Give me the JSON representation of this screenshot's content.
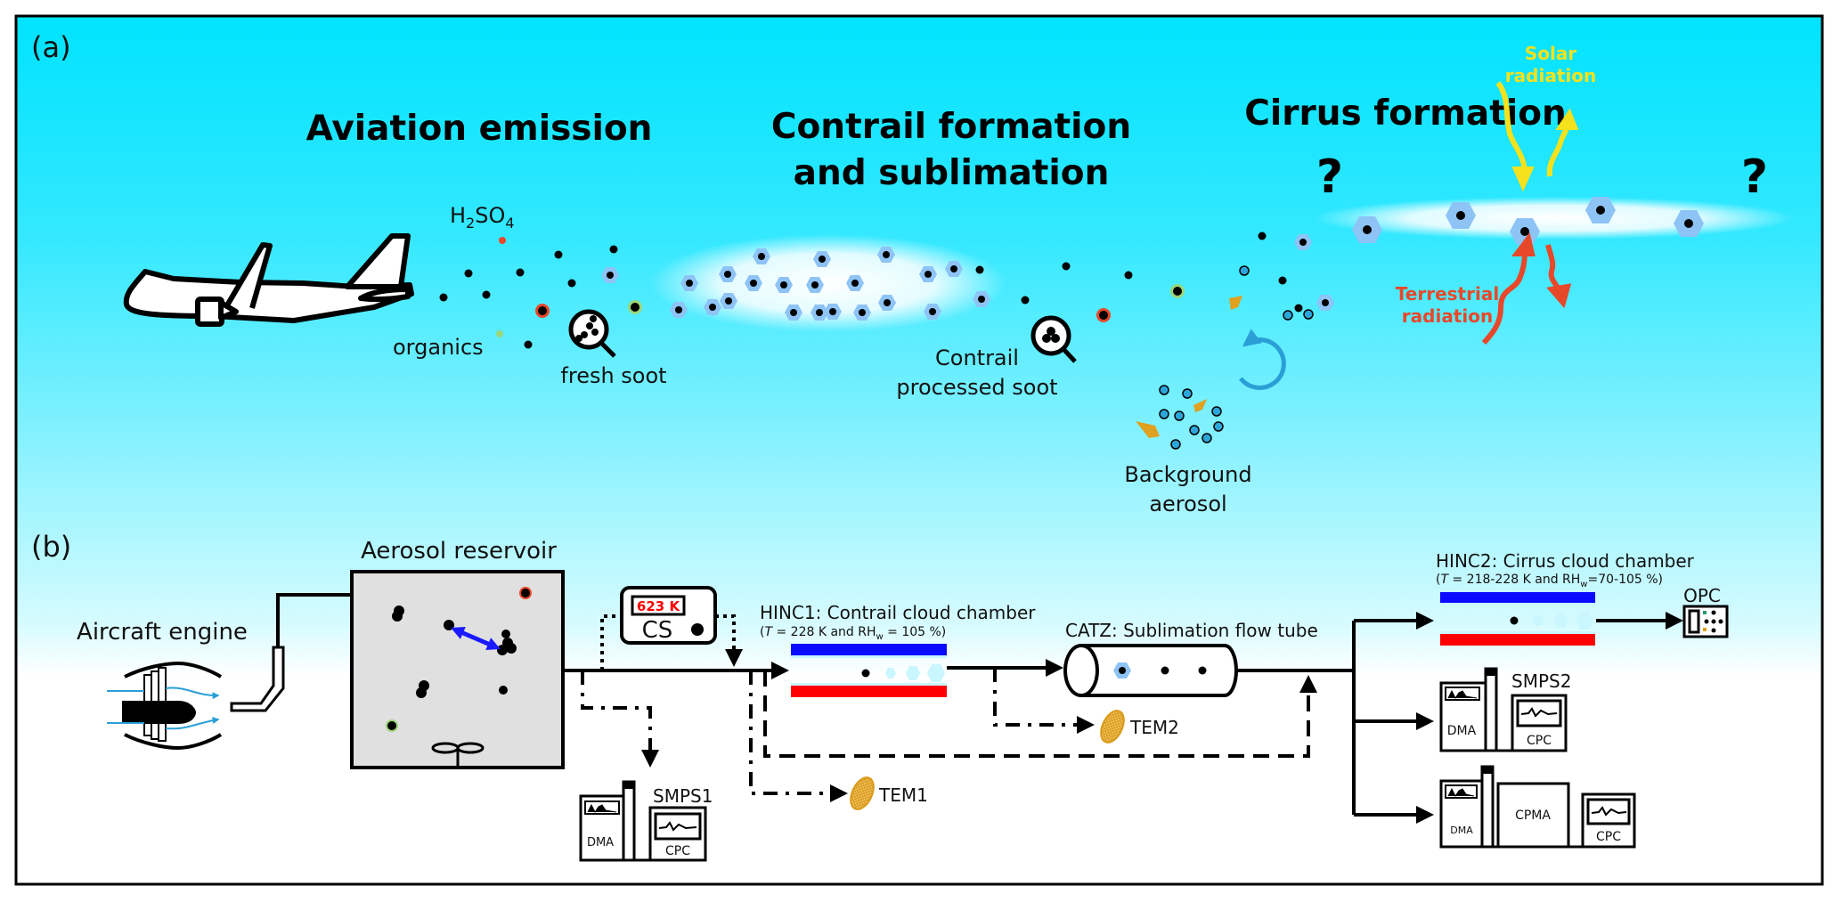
{
  "panel_a": {
    "label": "(a)",
    "headings": {
      "aviation": "Aviation emission",
      "contrail_line1": "Contrail formation",
      "contrail_line2": "and sublimation",
      "cirrus": "Cirrus formation"
    },
    "species": {
      "h2so4_main": "H",
      "h2so4_sub1": "2",
      "h2so4_mid": "SO",
      "h2so4_sub2": "4",
      "organics": "organics",
      "fresh_soot": "fresh soot",
      "processed_line1": "Contrail",
      "processed_line2": "processed soot",
      "background_line1": "Background",
      "background_line2": "aerosol"
    },
    "radiation": {
      "solar_line1": "Solar",
      "solar_line2": "radiation",
      "terrestrial_line1": "Terrestrial",
      "terrestrial_line2": "radiation"
    },
    "question_mark": "?"
  },
  "panel_b": {
    "label": "(b)",
    "engine_label": "Aircraft engine",
    "reservoir_label": "Aerosol reservoir",
    "cs": {
      "label": "CS",
      "temperature": "623 K"
    },
    "hinc1": {
      "title": "HINC1: Contrail cloud chamber",
      "cond_prefix": "(",
      "cond_T": "T",
      "cond_mid": " = 228 K and RH",
      "cond_sub": "w",
      "cond_end": " = 105 %)"
    },
    "catz": {
      "title": "CATZ: Sublimation flow tube"
    },
    "hinc2": {
      "title": "HINC2: Cirrus cloud chamber",
      "cond_prefix": "(",
      "cond_T": "T",
      "cond_mid": " = 218-228 K and RH",
      "cond_sub": "w",
      "cond_end": "=70-105 %)"
    },
    "opc": "OPC",
    "smps1": {
      "label": "SMPS1",
      "dma": "DMA",
      "cpc": "CPC"
    },
    "smps2": {
      "label": "SMPS2",
      "dma": "DMA",
      "cpc": "CPC"
    },
    "cpma_setup": {
      "dma": "DMA",
      "cpma": "CPMA",
      "cpc": "CPC"
    },
    "tem1": "TEM1",
    "tem2": "TEM2"
  },
  "colors": {
    "sky_top": "#00e3ff",
    "sky_bottom": "#ffffff",
    "ice_hex": "#8ec3f5",
    "chamber_cold": "#0a0aff",
    "chamber_warm": "#ff0000",
    "solar": "#f5e21c",
    "terrestrial": "#e8482a",
    "tem_grid": "#e0a020",
    "cs_display": "#ff0000",
    "recirc_arrow": "#2a9fd6",
    "reservoir_fill": "#e0e0e0",
    "engine_flow": "#2a9fd6"
  }
}
